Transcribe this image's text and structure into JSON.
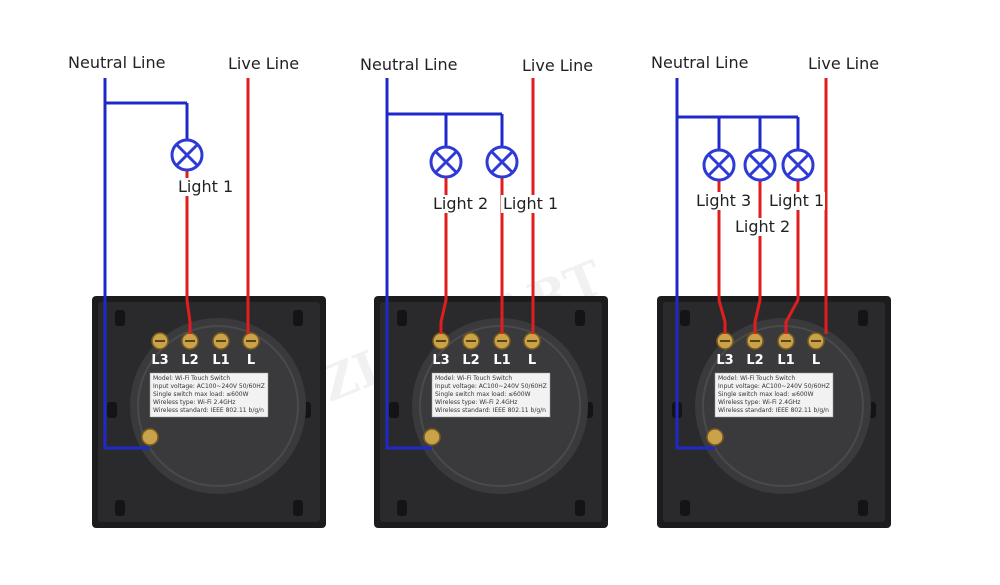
{
  "colors": {
    "neutral": "#1f28c8",
    "live": "#e01e1e",
    "panel": "#2a2a2c",
    "panel_inner": "#3a3a3c",
    "lamp": "#2e3ad6"
  },
  "watermark": "ZIGSMART",
  "diagrams": [
    {
      "neutral_label": "Neutral Line",
      "live_label": "Live Line",
      "lights": [
        {
          "name": "Light 1",
          "terminal": "L2"
        }
      ],
      "terminals": [
        "L3",
        "L2",
        "L1",
        "L"
      ],
      "spec_lines": [
        "Model:  Wi-Fi Touch Switch",
        "Input voltage:  AC100~240V  50/60HZ",
        "Single switch max load:  ≤600W",
        "Wireless type:  Wi-Fi 2.4GHz",
        "Wireless standard:  IEEE 802.11 b/g/n"
      ]
    },
    {
      "neutral_label": "Neutral Line",
      "live_label": "Live Line",
      "lights": [
        {
          "name": "Light 2",
          "terminal": "L3"
        },
        {
          "name": "Light 1",
          "terminal": "L1"
        }
      ],
      "terminals": [
        "L3",
        "L2",
        "L1",
        "L"
      ],
      "spec_lines": [
        "Model:  Wi-Fi Touch Switch",
        "Input voltage:  AC100~240V  50/60HZ",
        "Single switch max load:  ≤600W",
        "Wireless type:  Wi-Fi 2.4GHz",
        "Wireless standard:  IEEE 802.11 b/g/n"
      ]
    },
    {
      "neutral_label": "Neutral Line",
      "live_label": "Live Line",
      "lights": [
        {
          "name": "Light 3",
          "terminal": "L3"
        },
        {
          "name": "Light 2",
          "terminal": "L2"
        },
        {
          "name": "Light 1",
          "terminal": "L1"
        }
      ],
      "terminals": [
        "L3",
        "L2",
        "L1",
        "L"
      ],
      "spec_lines": [
        "Model:  Wi-Fi Touch Switch",
        "Input voltage:  AC100~240V  50/60HZ",
        "Single switch max load:  ≤600W",
        "Wireless type:  Wi-Fi 2.4GHz",
        "Wireless standard:  IEEE 802.11 b/g/n"
      ]
    }
  ]
}
